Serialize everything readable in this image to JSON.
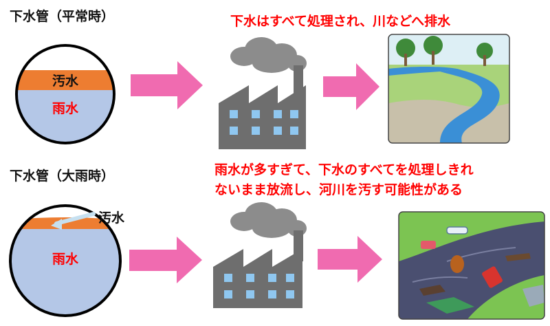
{
  "normal": {
    "heading": "下水管（平常時）",
    "sewage_label": "汚水",
    "rain_label": "雨水",
    "caption": "下水はすべて処理され、川などへ排水"
  },
  "heavy_rain": {
    "heading": "下水管（大雨時）",
    "sewage_label": "汚水",
    "rain_label": "雨水",
    "caption_line1": "雨水が多すぎて、下水のすべてを処理しきれ",
    "caption_line2": "ないまま放流し、河川を汚す可能性がある"
  },
  "colors": {
    "sewage": "#ED7D31",
    "rain": "#B4C7E7",
    "arrow": "#F06BB0",
    "caption": "#FF0000",
    "factory": "#6E6E6E",
    "window": "#8FC7F0",
    "smoke": "#8C8C8C",
    "clean_river": "#3A8FD6",
    "dirty_river": "#4A4F70",
    "grass": "#7CC452"
  }
}
